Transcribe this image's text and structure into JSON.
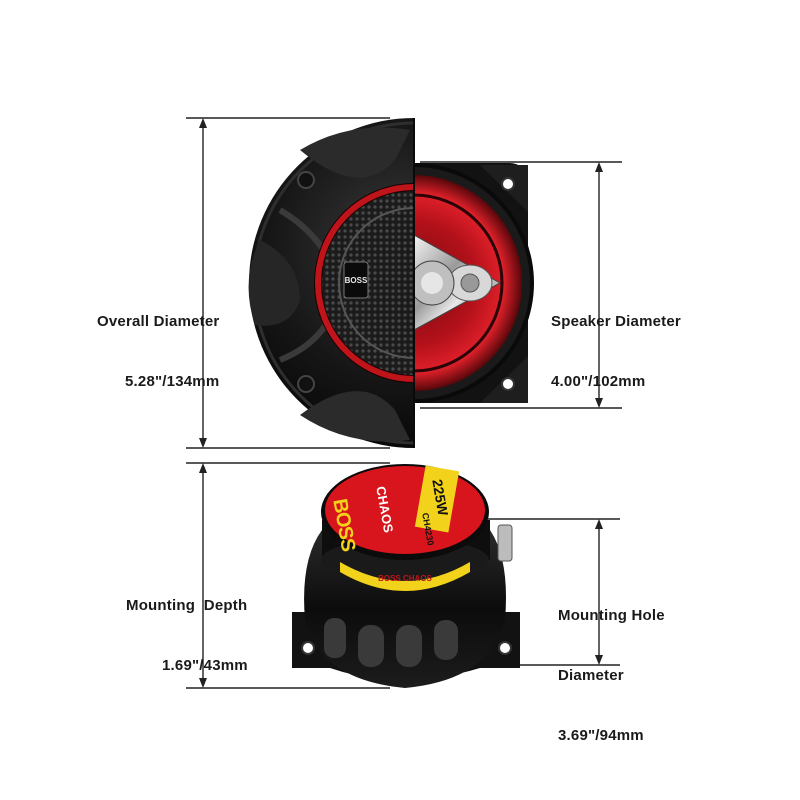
{
  "dimensions": {
    "overall": {
      "title": "Overall Diameter",
      "value": "5.28\"/134mm"
    },
    "speaker": {
      "title": "Speaker Diameter",
      "value": "4.00\"/102mm"
    },
    "depth": {
      "title": "Mounting  Depth",
      "value": "1.69\"/43mm"
    },
    "hole": {
      "title_line1": "Mounting Hole",
      "title_line2": "Diameter",
      "value": "3.69\"/94mm"
    }
  },
  "product_labels": {
    "brand": "BOSS",
    "series": "CHAOS",
    "power": "225W",
    "model": "CH4230"
  },
  "colors": {
    "accent_red": "#d8141c",
    "label_yellow": "#f2d21b",
    "body_black": "#151515",
    "dimension_line": "#222222"
  }
}
